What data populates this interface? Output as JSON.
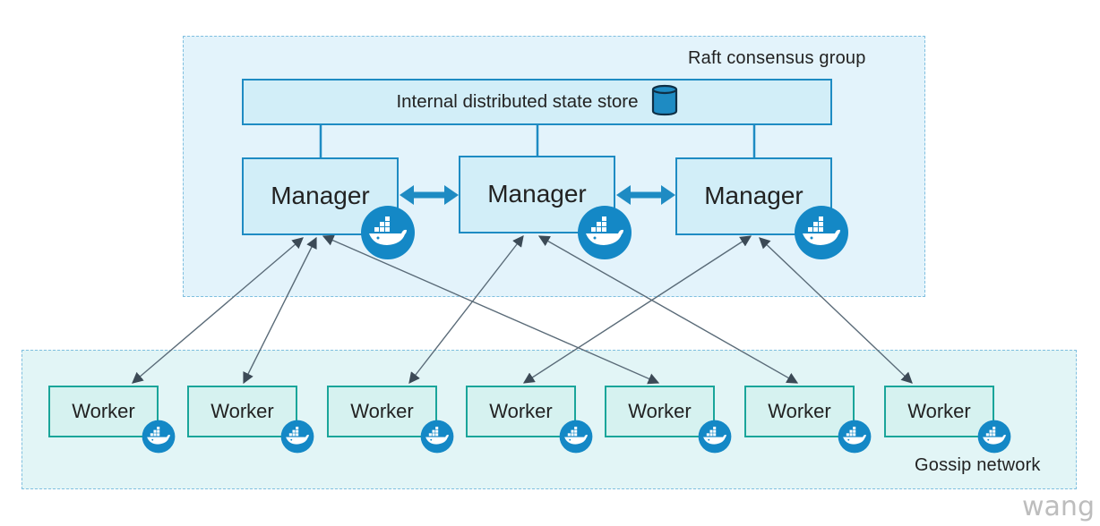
{
  "raft_group": {
    "label": "Raft consensus group"
  },
  "state_store": {
    "label": "Internal distributed state store",
    "icon": "database-icon"
  },
  "managers": [
    {
      "label": "Manager"
    },
    {
      "label": "Manager"
    },
    {
      "label": "Manager"
    }
  ],
  "workers": [
    {
      "label": "Worker"
    },
    {
      "label": "Worker"
    },
    {
      "label": "Worker"
    },
    {
      "label": "Worker"
    },
    {
      "label": "Worker"
    },
    {
      "label": "Worker"
    },
    {
      "label": "Worker"
    }
  ],
  "gossip_group": {
    "label": "Gossip network"
  },
  "watermark": "wang",
  "colors": {
    "manager_border": "#1e8bc3",
    "worker_border": "#1aa59a",
    "docker_blue": "#1488c6",
    "arrow": "#5a6b78"
  }
}
